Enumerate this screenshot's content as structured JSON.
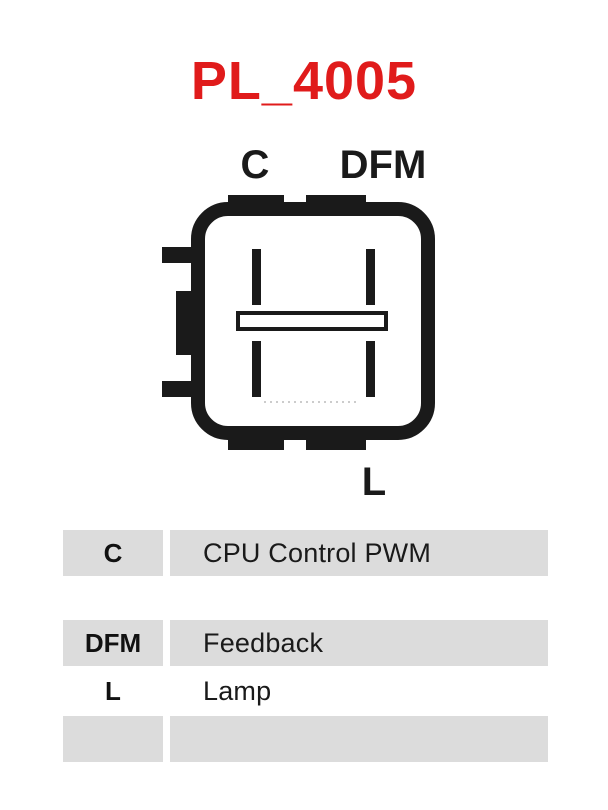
{
  "title": "PL_4005",
  "title_color": "#E01B1B",
  "diagram": {
    "name": "alternator-connector-pinout",
    "callouts": [
      {
        "id": "c",
        "label": "C"
      },
      {
        "id": "dfm",
        "label": "DFM"
      },
      {
        "id": "l",
        "label": "L"
      }
    ],
    "shading_color": "#dcdcdc",
    "outline_color": "#1a1a1a"
  },
  "legend": {
    "rows": [
      {
        "code": "C",
        "description": "CPU Control PWM",
        "shaded": true
      },
      {
        "code": "DFM",
        "description": "Feedback",
        "shaded": true
      },
      {
        "code": "L",
        "description": "Lamp",
        "shaded": false
      },
      {
        "code": "",
        "description": "",
        "shaded": true
      }
    ]
  }
}
